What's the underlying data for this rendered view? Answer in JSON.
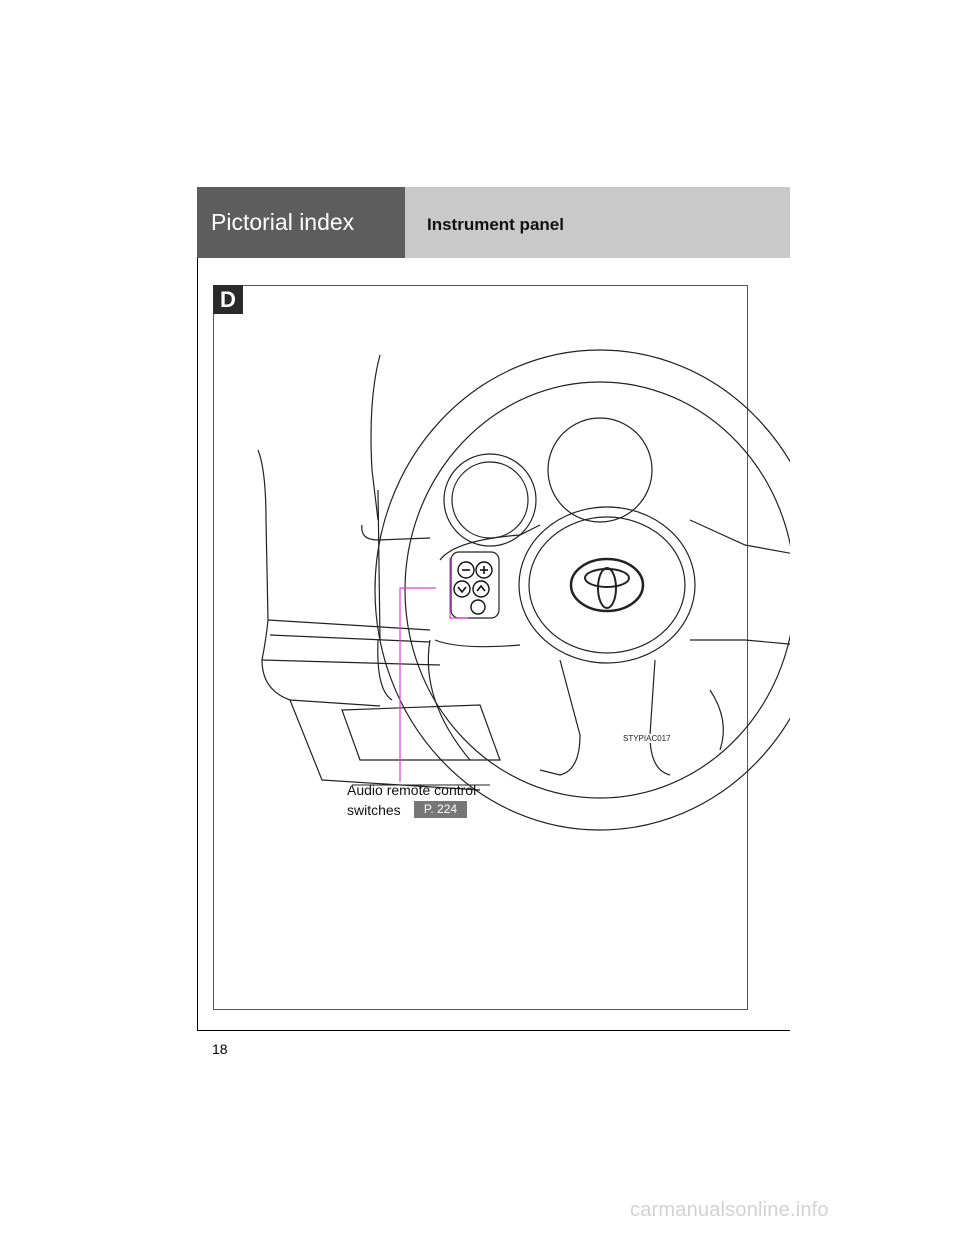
{
  "header": {
    "section": "Pictorial index",
    "title": "Instrument panel"
  },
  "figure": {
    "letter": "D",
    "code": "STYPIAC017",
    "callout": {
      "label_line1": "Audio remote control",
      "label_line2": "switches",
      "page_ref": "P. 224"
    }
  },
  "page_number": "18",
  "watermark": "carmanualsonline.info",
  "colors": {
    "tab_dark": "#5d5d5d",
    "header_light": "#c9c9c9",
    "callout_line": "#e23de0"
  }
}
